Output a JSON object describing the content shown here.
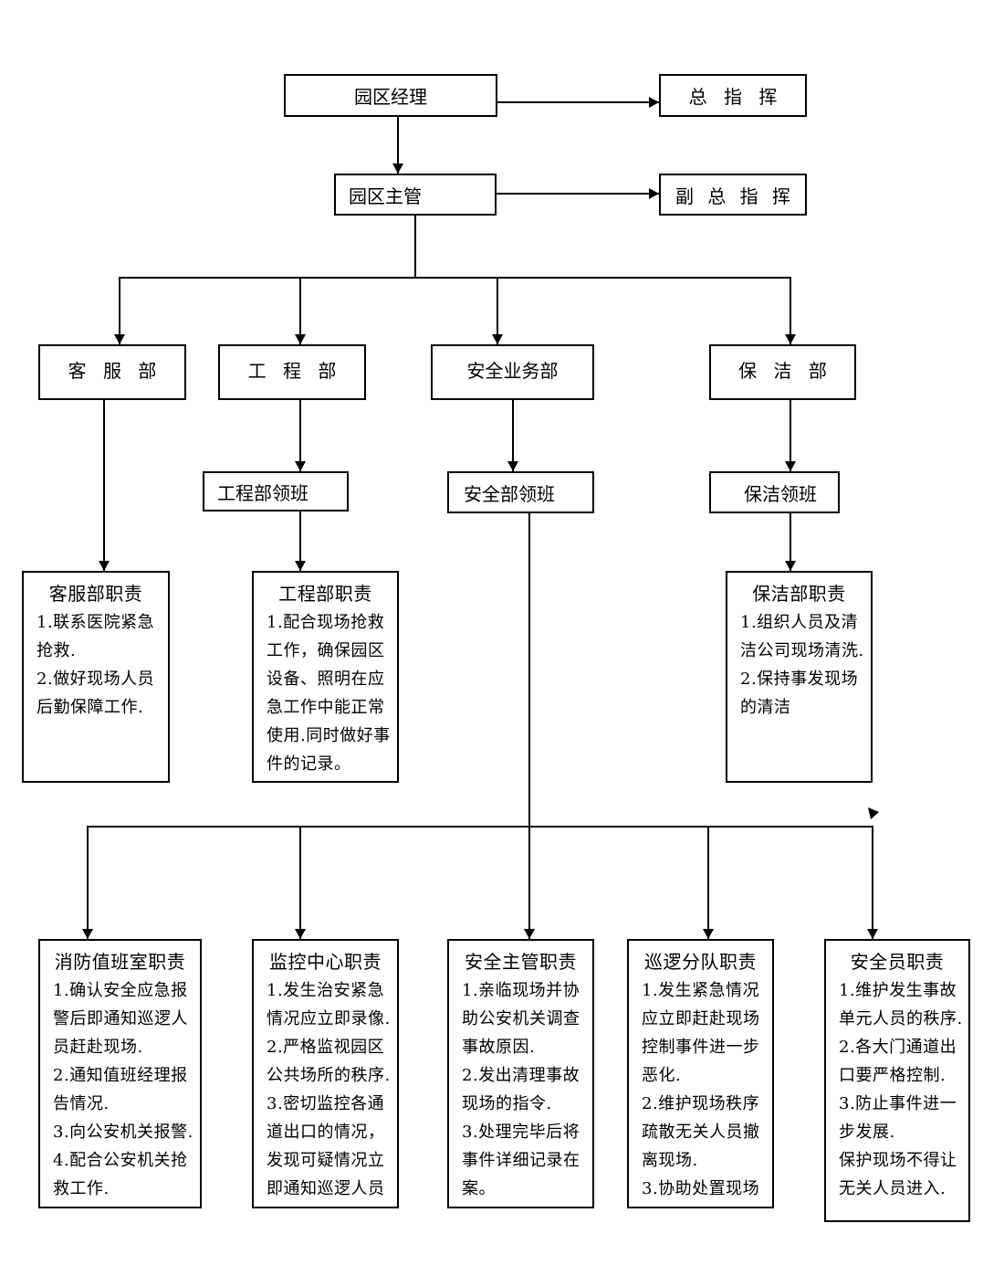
{
  "nodes": {
    "manager": "园区经理",
    "chief_commander": "总 指 挥",
    "supervisor": "园区主管",
    "deputy_commander": "副 总 指 挥",
    "departments": {
      "customer_service": "客 服 部",
      "engineering": "工 程 部",
      "security": "安全业务部",
      "cleaning": "保 洁 部"
    },
    "leads": {
      "engineering": "工程部领班",
      "security": "安全部领班",
      "cleaning": "保洁领班"
    }
  },
  "duties": {
    "customer_service": {
      "title": "客服部职责",
      "lines": [
        "1.联系医院紧急",
        "抢救.",
        "2.做好现场人员",
        "后勤保障工作."
      ]
    },
    "engineering": {
      "title": "工程部职责",
      "lines": [
        "1.配合现场抢救",
        "工作，确保园区",
        "设备、照明在应",
        "急工作中能正常",
        "使用.同时做好事",
        "件的记录。"
      ]
    },
    "cleaning": {
      "title": "保洁部职责",
      "lines": [
        "1.组织人员及清",
        "洁公司现场清洗.",
        "2.保持事发现场",
        "的清洁"
      ]
    },
    "fire_duty_room": {
      "title": "消防值班室职责",
      "lines": [
        "1.确认安全应急报",
        "警后即通知巡逻人",
        "员赶赴现场.",
        "2.通知值班经理报",
        "告情况.",
        "3.向公安机关报警.",
        "4.配合公安机关抢",
        "救工作."
      ]
    },
    "monitoring_center": {
      "title": "监控中心职责",
      "lines": [
        "1.发生治安紧急",
        "情况应立即录像.",
        "2.严格监视园区",
        "公共场所的秩序.",
        "3.密切监控各通",
        "道出口的情况，",
        "发现可疑情况立",
        "即通知巡逻人员"
      ]
    },
    "security_supervisor": {
      "title": "安全主管职责",
      "lines": [
        "1.亲临现场并协",
        "助公安机关调查",
        "事故原因.",
        "2.发出清理事故",
        "现场的指令.",
        "3.处理完毕后将",
        "事件详细记录在",
        "案。"
      ]
    },
    "patrol_team": {
      "title": "巡逻分队职责",
      "lines": [
        "1.发生紧急情况",
        "应立即赶赴现场",
        "控制事件进一步",
        "恶化.",
        "2.维护现场秩序",
        "疏散无关人员撤",
        "离现场.",
        "3.协助处置现场"
      ]
    },
    "security_guard": {
      "title": "安全员职责",
      "lines": [
        "1.维护发生事故",
        "单元人员的秩序.",
        "2.各大门通道出",
        "口要严格控制.",
        "3.防止事件进一",
        "步发展.",
        "保护现场不得让",
        "无关人员进入."
      ]
    }
  }
}
